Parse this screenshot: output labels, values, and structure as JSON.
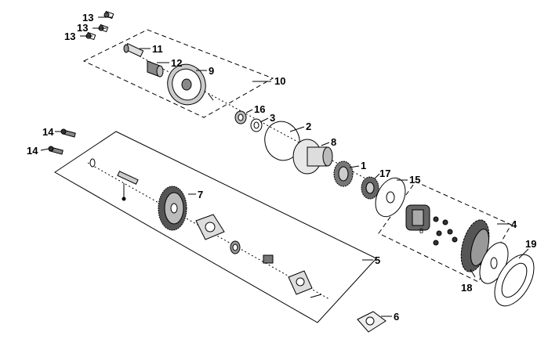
{
  "callouts": [
    {
      "id": "c1",
      "text": "1"
    },
    {
      "id": "c2",
      "text": "2"
    },
    {
      "id": "c3",
      "text": "3"
    },
    {
      "id": "c4",
      "text": "4"
    },
    {
      "id": "c5",
      "text": "5"
    },
    {
      "id": "c6",
      "text": "6"
    },
    {
      "id": "c7",
      "text": "7"
    },
    {
      "id": "c8",
      "text": "8"
    },
    {
      "id": "c9",
      "text": "9"
    },
    {
      "id": "c10",
      "text": "10"
    },
    {
      "id": "c11",
      "text": "11"
    },
    {
      "id": "c12",
      "text": "12"
    },
    {
      "id": "c13a",
      "text": "13"
    },
    {
      "id": "c13b",
      "text": "13"
    },
    {
      "id": "c13c",
      "text": "13"
    },
    {
      "id": "c14a",
      "text": "14"
    },
    {
      "id": "c14b",
      "text": "14"
    },
    {
      "id": "c15",
      "text": "15"
    },
    {
      "id": "c16",
      "text": "16"
    },
    {
      "id": "c17",
      "text": "17"
    },
    {
      "id": "c18",
      "text": "18"
    },
    {
      "id": "c19",
      "text": "19"
    }
  ]
}
